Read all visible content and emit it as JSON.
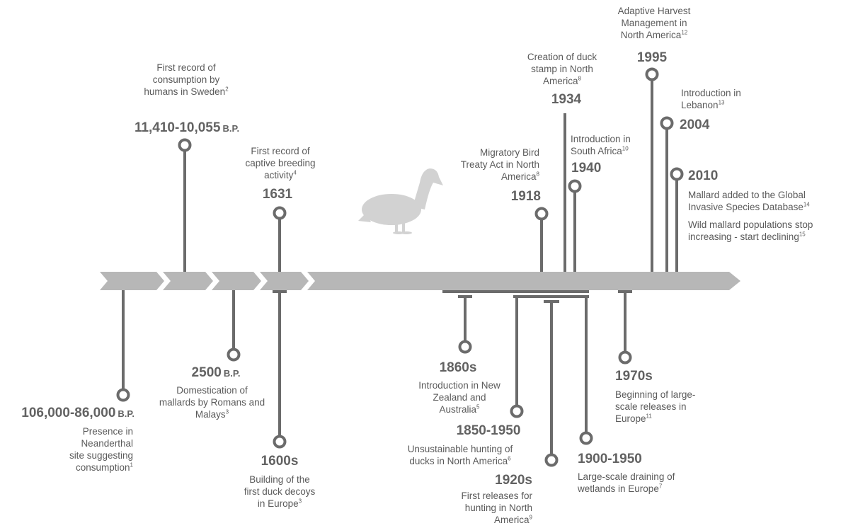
{
  "colors": {
    "arrow": "#b7b7b7",
    "line": "#6b6b6b",
    "text": "#5a5a5a",
    "year": "#626262",
    "duck": "#d2d2d2"
  },
  "icons": {
    "duck": "duck-silhouette-icon"
  },
  "events": {
    "e1": {
      "year": "106,000-86,000",
      "suffix": "B.P.",
      "text": "Presence in Neanderthal site suggesting consumption",
      "ref": "1"
    },
    "e2": {
      "year": "11,410-10,055",
      "suffix": "B.P.",
      "text": "First record of consumption by humans in Sweden",
      "ref": "2"
    },
    "e3": {
      "year": "2500",
      "suffix": "B.P.",
      "text": "Domestication of mallards by Romans and Malays",
      "ref": "3"
    },
    "e4": {
      "year": "1631",
      "text": "First record of captive breeding activity",
      "ref": "4"
    },
    "e5": {
      "year": "1600s",
      "text": "Building of the first duck decoys in Europe",
      "ref": "3"
    },
    "e6": {
      "year": "1860s",
      "text": "Introduction in New Zealand and Australia",
      "ref": "5"
    },
    "e7": {
      "year": "1850-1950",
      "text": "Unsustainable  hunting of ducks in North America",
      "ref": "6"
    },
    "e8": {
      "year": "1918",
      "text": "Migratory Bird Treaty Act in North America",
      "ref": "8"
    },
    "e9": {
      "year": "1920s",
      "text": "First releases for hunting in North America",
      "ref": "9"
    },
    "e10": {
      "year": "1934",
      "text": "Creation of duck stamp in North America",
      "ref": "8"
    },
    "e11": {
      "year": "1900-1950",
      "text": "Large-scale draining of wetlands in Europe",
      "ref": "7"
    },
    "e12": {
      "year": "1940",
      "text": "Introduction in South Africa",
      "ref": "10"
    },
    "e13": {
      "year": "1970s",
      "text": "Beginning of large-scale releases in Europe",
      "ref": "11"
    },
    "e14": {
      "year": "1995",
      "text": "Adaptive Harvest Management in North America",
      "ref": "12"
    },
    "e15": {
      "year": "2004",
      "text": "Introduction in Lebanon",
      "ref": "13"
    },
    "e16": {
      "year": "2010",
      "text": "Mallard added to the Global Invasive Species Database",
      "ref": "14",
      "text2": "Wild mallard populations stop increasing - start declining",
      "ref2": "15"
    }
  }
}
